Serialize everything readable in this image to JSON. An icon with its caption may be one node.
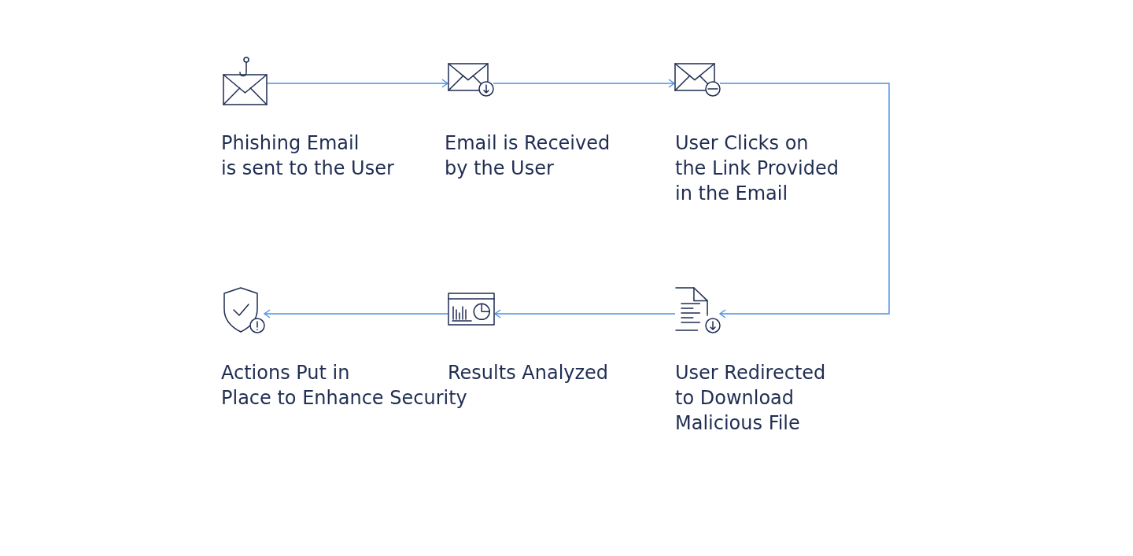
{
  "diagram": {
    "nodes": [
      {
        "text": [],
        "shape": "envelope",
        "beside": [
          "Phishing Email is sent to the User"
        ]
      },
      {
        "text": [],
        "shape": "envelope",
        "beside": [
          "Email is Received by the User"
        ]
      },
      {
        "text": [],
        "shape": "envelope",
        "beside": [
          "User Clicks on the Link Provided in the Email"
        ]
      },
      {
        "text": [],
        "shape": "document",
        "beside": [
          "User Redirected to Download Malicious File"
        ]
      },
      {
        "text": [],
        "shape": "chart",
        "beside": [
          "Results Analyzed"
        ]
      },
      {
        "text": [],
        "shape": "shield",
        "beside": [
          "Actions Put in Place to Enhance Security"
        ]
      }
    ],
    "edges": [
      {
        "from": 0,
        "to": 1,
        "arrow": "to"
      },
      {
        "from": 1,
        "to": 2,
        "arrow": "to"
      },
      {
        "from": 2,
        "to": 3,
        "arrow": "to"
      },
      {
        "from": 3,
        "to": 4,
        "arrow": "to"
      },
      {
        "from": 4,
        "to": 5,
        "arrow": "to"
      }
    ]
  }
}
